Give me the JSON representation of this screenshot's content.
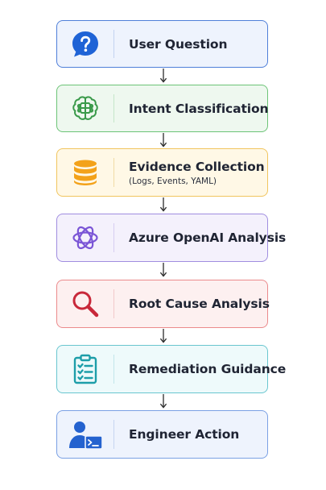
{
  "steps": [
    {
      "label": "User Question",
      "sub": "",
      "icon": "question-bubble-icon",
      "border": "#4f7fd9",
      "fill": "#eef3fd",
      "divider": "#c3d2f0",
      "accent": "#1f63d6"
    },
    {
      "label": "Intent Classification",
      "sub": "",
      "icon": "brain-icon",
      "border": "#6cc477",
      "fill": "#eef8ef",
      "divider": "#c5e6c9",
      "accent": "#3a9a4a"
    },
    {
      "label": "Evidence Collection",
      "sub": "(Logs, Events, YAML)",
      "icon": "database-icon",
      "border": "#f1c55f",
      "fill": "#fff8e6",
      "divider": "#f1dca6",
      "accent": "#f3a21a"
    },
    {
      "label": "Azure OpenAI Analysis",
      "sub": "",
      "icon": "openai-icon",
      "border": "#a08de0",
      "fill": "#f4f1fc",
      "divider": "#d6cdf1",
      "accent": "#7a55d6"
    },
    {
      "label": "Root Cause Analysis",
      "sub": "",
      "icon": "magnifier-icon",
      "border": "#eb8a8c",
      "fill": "#fdf0f0",
      "divider": "#f2c9ca",
      "accent": "#c8283a"
    },
    {
      "label": "Remediation Guidance",
      "sub": "",
      "icon": "clipboard-checklist-icon",
      "border": "#69c6cf",
      "fill": "#eefafb",
      "divider": "#c2e6ea",
      "accent": "#1d9ea9"
    },
    {
      "label": "Engineer Action",
      "sub": "",
      "icon": "engineer-terminal-icon",
      "border": "#7aa0e4",
      "fill": "#eef3fd",
      "divider": "#c6d5f1",
      "accent": "#2462cf"
    }
  ]
}
